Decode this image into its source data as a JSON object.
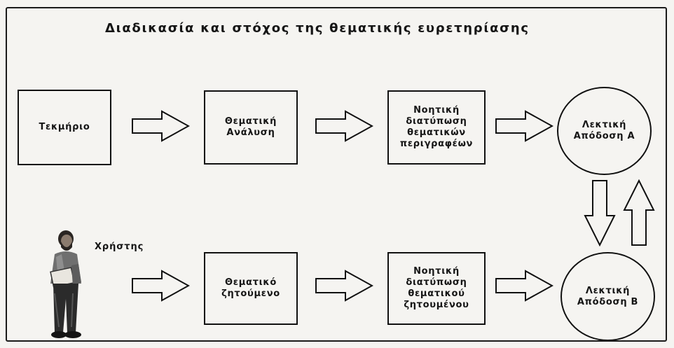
{
  "title": "Διαδικασία και στόχος της θεματικής ευρετηρίασης",
  "top_row": {
    "document": "Τεκμήριο",
    "analysis": [
      "Θεματική",
      "Ανάλυση"
    ],
    "formulation": [
      "Νοητική",
      "διατύπωση",
      "θεματικών",
      "περιγραφέων"
    ],
    "verbal_a": [
      "Λεκτική",
      "Απόδοση",
      "Α"
    ]
  },
  "bottom_row": {
    "user_label": "Χρήστης",
    "topic": [
      "Θεματικό",
      "ζητούμενο"
    ],
    "formulation": [
      "Νοητική",
      "διατύπωση",
      "θεματικού",
      "ζητουμένου"
    ],
    "verbal_b": [
      "Λεκτική",
      "Απόδοση",
      "Β"
    ]
  },
  "icons": {
    "arrow": "outlined-arrow-icon",
    "user": "person-carrying-book-icon"
  }
}
